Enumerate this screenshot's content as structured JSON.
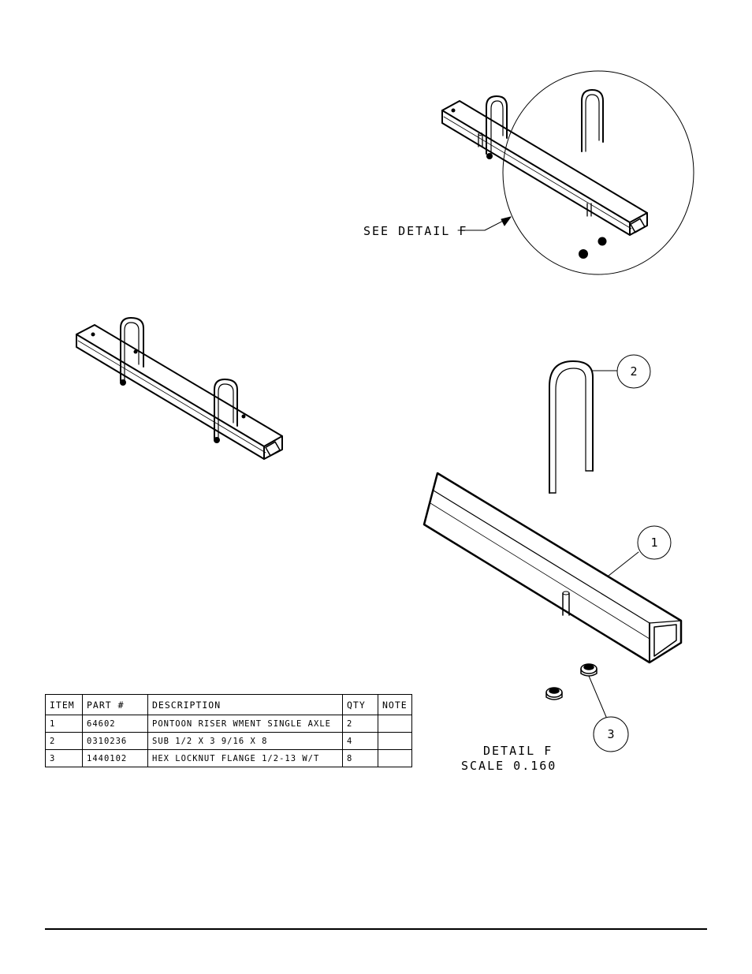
{
  "callouts": {
    "see_detail": "SEE DETAIL  F",
    "detail_title": "DETAIL  F",
    "detail_scale": "SCALE  0.160"
  },
  "balloons": [
    {
      "number": "2"
    },
    {
      "number": "1"
    },
    {
      "number": "3"
    }
  ],
  "bom": {
    "headers": [
      "ITEM",
      "PART #",
      "DESCRIPTION",
      "QTY",
      "NOTE"
    ],
    "rows": [
      {
        "item": "1",
        "part": "64602",
        "description": "PONTOON RISER WMENT SINGLE AXLE",
        "qty": "2",
        "note": ""
      },
      {
        "item": "2",
        "part": "0310236",
        "description": "SUB 1/2 X 3 9/16 X 8",
        "qty": "4",
        "note": ""
      },
      {
        "item": "3",
        "part": "1440102",
        "description": "HEX LOCKNUT FLANGE 1/2-13 W/T",
        "qty": "8",
        "note": ""
      }
    ]
  }
}
